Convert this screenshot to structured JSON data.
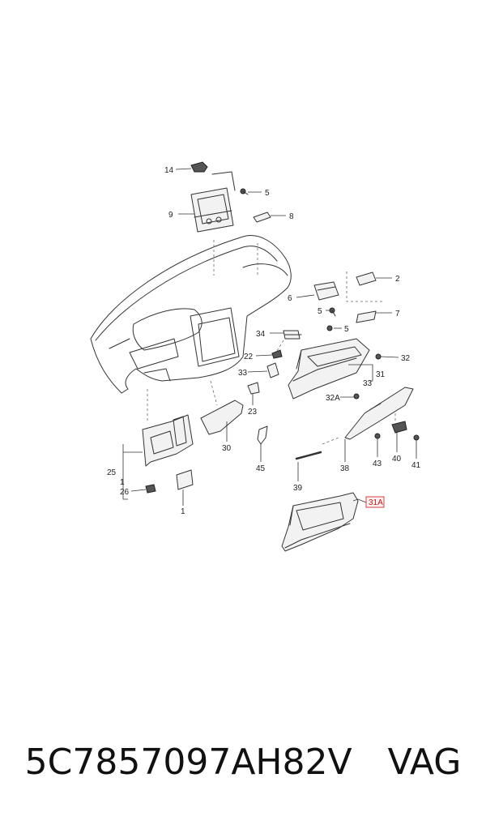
{
  "callouts": [
    {
      "id": "c14",
      "label": "14"
    },
    {
      "id": "c5a",
      "label": "5"
    },
    {
      "id": "c9",
      "label": "9"
    },
    {
      "id": "c8",
      "label": "8"
    },
    {
      "id": "c2",
      "label": "2"
    },
    {
      "id": "c6",
      "label": "6"
    },
    {
      "id": "c5b",
      "label": "5"
    },
    {
      "id": "c7",
      "label": "7"
    },
    {
      "id": "c34",
      "label": "34"
    },
    {
      "id": "c5c",
      "label": "5"
    },
    {
      "id": "c22",
      "label": "22"
    },
    {
      "id": "c32",
      "label": "32"
    },
    {
      "id": "c33a",
      "label": "33"
    },
    {
      "id": "c31",
      "label": "31"
    },
    {
      "id": "c33b",
      "label": "33"
    },
    {
      "id": "c32a",
      "label": "32A"
    },
    {
      "id": "c23",
      "label": "23"
    },
    {
      "id": "c30",
      "label": "30"
    },
    {
      "id": "c25",
      "label": "25"
    },
    {
      "id": "c1a",
      "label": "1"
    },
    {
      "id": "c26",
      "label": "26"
    },
    {
      "id": "c1b",
      "label": "1"
    },
    {
      "id": "c45",
      "label": "45"
    },
    {
      "id": "c38",
      "label": "38"
    },
    {
      "id": "c43",
      "label": "43"
    },
    {
      "id": "c40",
      "label": "40"
    },
    {
      "id": "c41",
      "label": "41"
    },
    {
      "id": "c39",
      "label": "39"
    },
    {
      "id": "c31a",
      "label": "31A"
    }
  ],
  "footer": {
    "part_number": "5C7857097AH82V",
    "brand": "VAG"
  },
  "colors": {
    "line": "#333333",
    "highlight_border": "#d04040",
    "highlight_fill": "#fff0f0"
  }
}
